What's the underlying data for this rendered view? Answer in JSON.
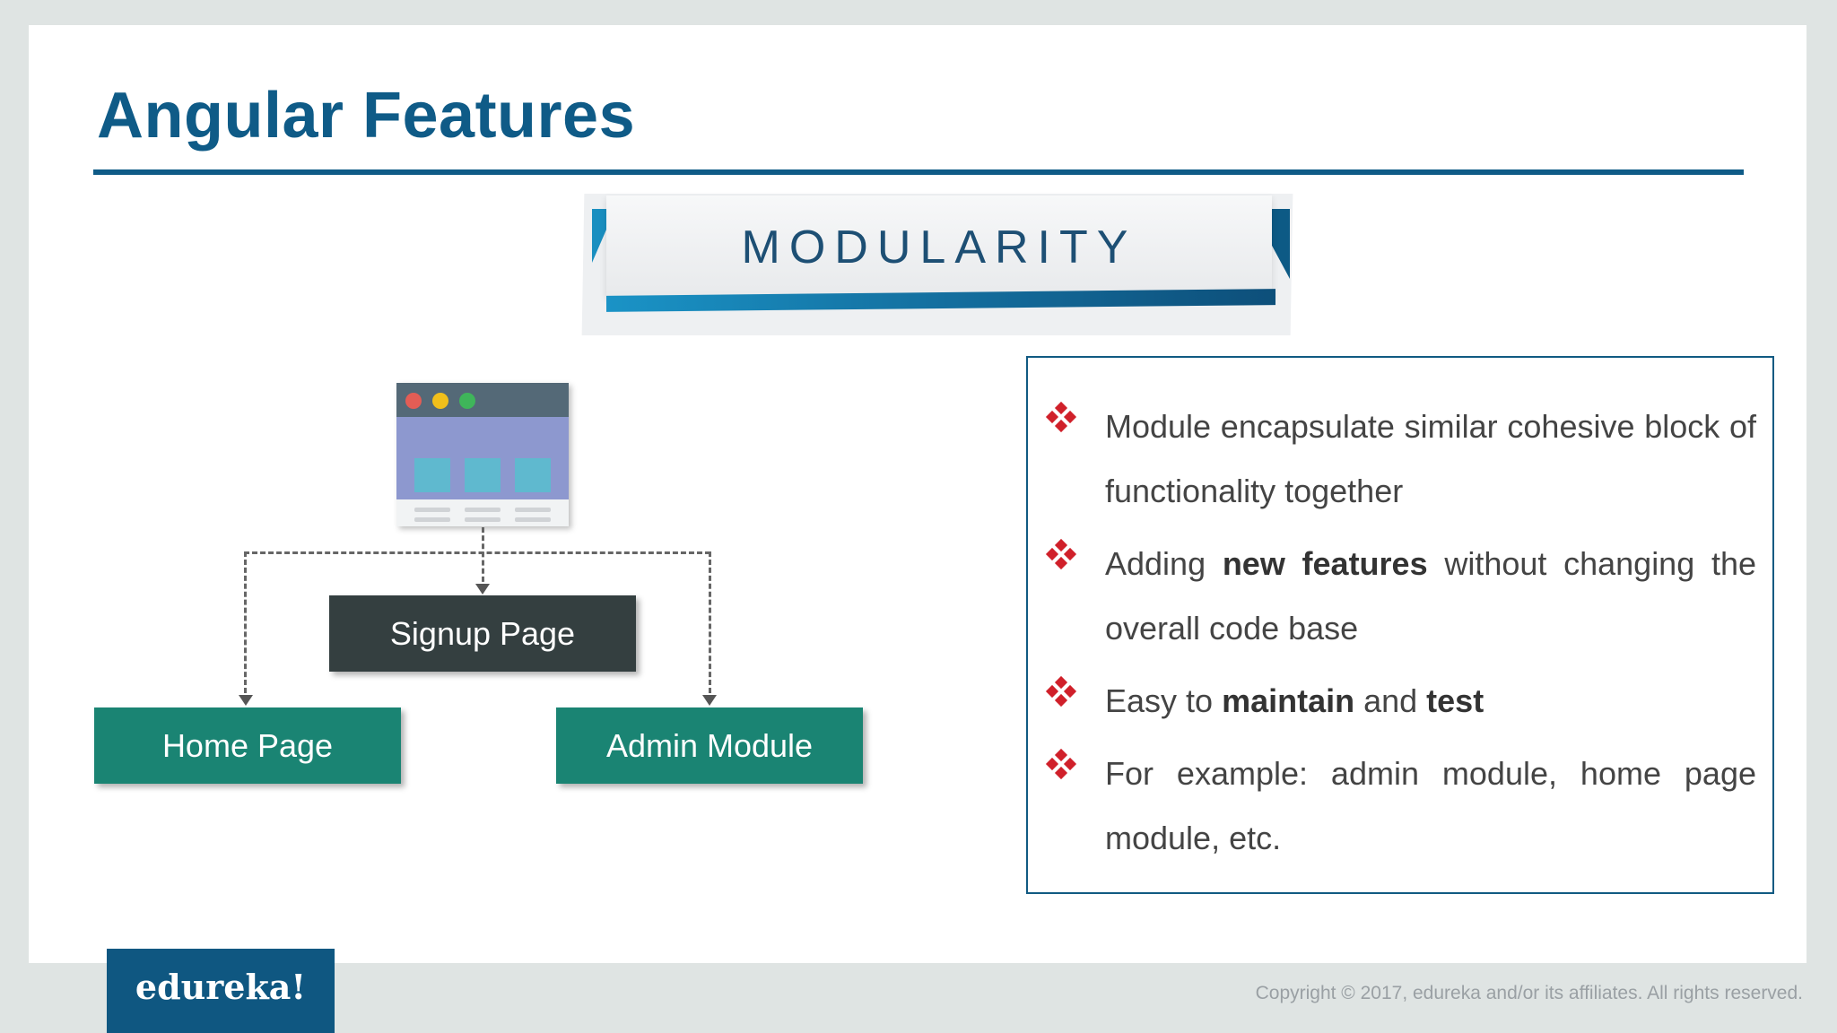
{
  "slide": {
    "title": "Angular Features",
    "banner_label": "MODULARITY"
  },
  "diagram": {
    "browser_icon": "browser-window-icon",
    "nodes": {
      "signup": "Signup Page",
      "home": "Home Page",
      "admin": "Admin Module"
    }
  },
  "bullets": [
    {
      "segments": [
        {
          "text": "Module encapsulate similar cohesive block of functionality together",
          "bold": false
        }
      ]
    },
    {
      "segments": [
        {
          "text": "Adding ",
          "bold": false
        },
        {
          "text": "new features",
          "bold": true
        },
        {
          "text": " without changing the overall code base",
          "bold": false
        }
      ]
    },
    {
      "segments": [
        {
          "text": "Easy to ",
          "bold": false
        },
        {
          "text": "maintain",
          "bold": true
        },
        {
          "text": " and ",
          "bold": false
        },
        {
          "text": "test",
          "bold": true
        }
      ]
    },
    {
      "segments": [
        {
          "text": "For example: admin module, home page module, etc.",
          "bold": false
        }
      ]
    }
  ],
  "footer": {
    "logo": "edureka!",
    "copyright": "Copyright © 2017, edureka and/or its affiliates. All rights reserved."
  },
  "colors": {
    "title": "#0f5b87",
    "bullet": "#d0202a",
    "teal_box": "#1a8473",
    "dark_box": "#343f40"
  }
}
